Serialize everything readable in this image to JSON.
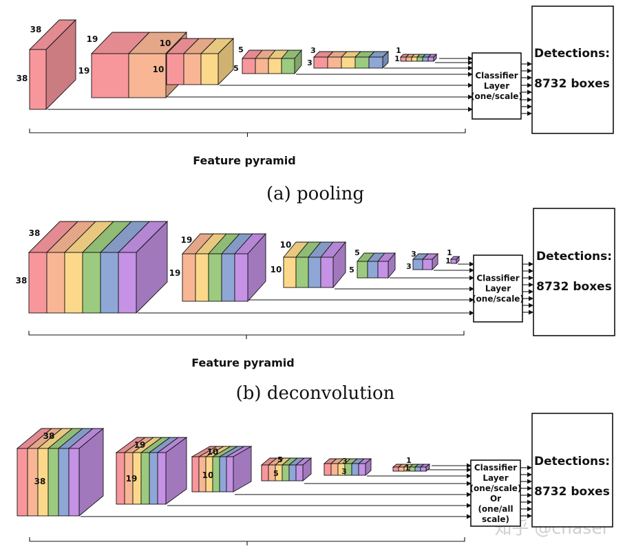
{
  "colors": {
    "layers": [
      "#f7979c",
      "#f8b694",
      "#fcd98a",
      "#9ccb7f",
      "#8fa7d6",
      "#c592e6"
    ],
    "stroke": "#111111",
    "watermark": "#c8c8c8"
  },
  "panels": [
    {
      "id": "pooling",
      "caption": "(a) pooling",
      "pyramid_label": "Feature pyramid",
      "classifier": [
        "Classifier",
        "Layer",
        "(one/scale)"
      ],
      "detections": [
        "Detections:",
        "8732 boxes"
      ],
      "blocks": [
        {
          "label_top": "38",
          "label_side": "38",
          "slices": [
            0
          ]
        },
        {
          "label_top": "19",
          "label_side": "19",
          "slices": [
            0,
            1
          ]
        },
        {
          "label_top": "10",
          "label_side": "10",
          "slices": [
            0,
            1,
            2
          ]
        },
        {
          "label_top": "5",
          "label_side": "5",
          "slices": [
            0,
            1,
            2,
            3
          ]
        },
        {
          "label_top": "3",
          "label_side": "3",
          "slices": [
            0,
            1,
            2,
            3,
            4
          ]
        },
        {
          "label_top": "1",
          "label_side": "1",
          "slices": [
            0,
            1,
            2,
            3,
            4,
            5
          ]
        }
      ]
    },
    {
      "id": "deconvolution",
      "caption": "(b) deconvolution",
      "pyramid_label": "Feature pyramid",
      "classifier": [
        "Classifier",
        "Layer",
        "(one/scale)"
      ],
      "detections": [
        "Detections:",
        "8732 boxes"
      ],
      "blocks": [
        {
          "label_top": "38",
          "label_side": "38",
          "slices": [
            0,
            1,
            2,
            3,
            4,
            5
          ]
        },
        {
          "label_top": "19",
          "label_side": "19",
          "slices": [
            1,
            2,
            3,
            4,
            5
          ]
        },
        {
          "label_top": "10",
          "label_side": "10",
          "slices": [
            2,
            3,
            4,
            5
          ]
        },
        {
          "label_top": "5",
          "label_side": "5",
          "slices": [
            3,
            4,
            5
          ]
        },
        {
          "label_top": "3",
          "label_side": "3",
          "slices": [
            4,
            5
          ]
        },
        {
          "label_top": "1",
          "label_side": "1",
          "slices": [
            5
          ]
        }
      ]
    },
    {
      "id": "fpn",
      "caption": "",
      "pyramid_label": "",
      "classifier": [
        "Classifier",
        "Layer",
        "(one/scale)",
        "Or",
        "(one/all",
        "scale)"
      ],
      "detections": [
        "Detections:",
        "8732 boxes"
      ],
      "blocks": [
        {
          "label_top": "38",
          "label_side": "38",
          "slices": [
            0,
            1,
            2,
            3,
            4,
            5
          ]
        },
        {
          "label_top": "19",
          "label_side": "19",
          "slices": [
            0,
            1,
            2,
            3,
            4,
            5
          ]
        },
        {
          "label_top": "10",
          "label_side": "10",
          "slices": [
            0,
            1,
            2,
            3,
            4,
            5
          ]
        },
        {
          "label_top": "5",
          "label_side": "5",
          "slices": [
            0,
            1,
            2,
            3,
            4,
            5
          ]
        },
        {
          "label_top": "3",
          "label_side": "3",
          "slices": [
            0,
            1,
            2,
            3,
            4,
            5
          ]
        },
        {
          "label_top": "1",
          "label_side": "1",
          "slices": [
            0,
            1,
            2,
            3,
            4,
            5
          ]
        }
      ]
    }
  ],
  "watermark": "知乎 @chaser"
}
